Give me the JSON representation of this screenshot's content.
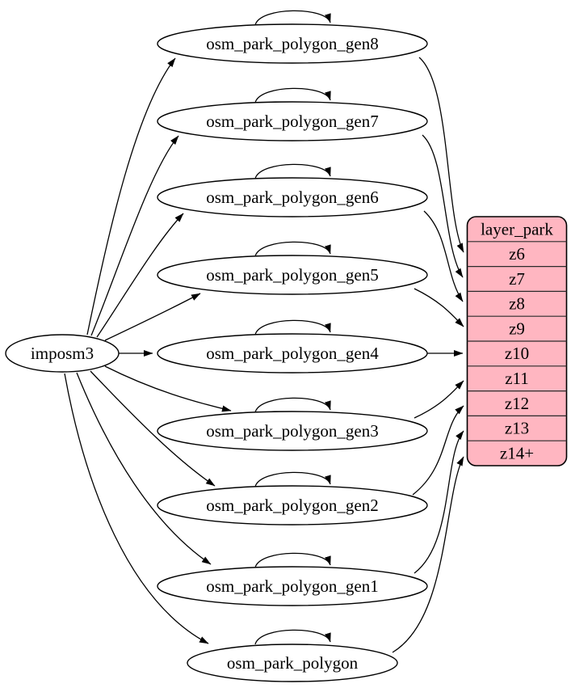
{
  "source": {
    "label": "imposm3"
  },
  "tables": [
    {
      "label": "osm_park_polygon_gen8",
      "self_loop": true,
      "feeds_zoom": "z6"
    },
    {
      "label": "osm_park_polygon_gen7",
      "self_loop": true,
      "feeds_zoom": "z7"
    },
    {
      "label": "osm_park_polygon_gen6",
      "self_loop": true,
      "feeds_zoom": "z8"
    },
    {
      "label": "osm_park_polygon_gen5",
      "self_loop": true,
      "feeds_zoom": "z9"
    },
    {
      "label": "osm_park_polygon_gen4",
      "self_loop": true,
      "feeds_zoom": "z10"
    },
    {
      "label": "osm_park_polygon_gen3",
      "self_loop": true,
      "feeds_zoom": "z11"
    },
    {
      "label": "osm_park_polygon_gen2",
      "self_loop": true,
      "feeds_zoom": "z12"
    },
    {
      "label": "osm_park_polygon_gen1",
      "self_loop": true,
      "feeds_zoom": "z13"
    },
    {
      "label": "osm_park_polygon",
      "self_loop": true,
      "feeds_zoom": "z14+"
    }
  ],
  "layer": {
    "title": "layer_park",
    "rows": [
      "z6",
      "z7",
      "z8",
      "z9",
      "z10",
      "z11",
      "z12",
      "z13",
      "z14+"
    ]
  },
  "edges": [
    {
      "from": "imposm3",
      "to": "osm_park_polygon_gen8"
    },
    {
      "from": "imposm3",
      "to": "osm_park_polygon_gen7"
    },
    {
      "from": "imposm3",
      "to": "osm_park_polygon_gen6"
    },
    {
      "from": "imposm3",
      "to": "osm_park_polygon_gen5"
    },
    {
      "from": "imposm3",
      "to": "osm_park_polygon_gen4"
    },
    {
      "from": "imposm3",
      "to": "osm_park_polygon_gen3"
    },
    {
      "from": "imposm3",
      "to": "osm_park_polygon_gen2"
    },
    {
      "from": "imposm3",
      "to": "osm_park_polygon_gen1"
    },
    {
      "from": "imposm3",
      "to": "osm_park_polygon"
    },
    {
      "from": "osm_park_polygon_gen8",
      "to": "osm_park_polygon_gen8"
    },
    {
      "from": "osm_park_polygon_gen7",
      "to": "osm_park_polygon_gen7"
    },
    {
      "from": "osm_park_polygon_gen6",
      "to": "osm_park_polygon_gen6"
    },
    {
      "from": "osm_park_polygon_gen5",
      "to": "osm_park_polygon_gen5"
    },
    {
      "from": "osm_park_polygon_gen4",
      "to": "osm_park_polygon_gen4"
    },
    {
      "from": "osm_park_polygon_gen3",
      "to": "osm_park_polygon_gen3"
    },
    {
      "from": "osm_park_polygon_gen2",
      "to": "osm_park_polygon_gen2"
    },
    {
      "from": "osm_park_polygon_gen1",
      "to": "osm_park_polygon_gen1"
    },
    {
      "from": "osm_park_polygon",
      "to": "osm_park_polygon"
    },
    {
      "from": "osm_park_polygon_gen8",
      "to": "layer_park:z6"
    },
    {
      "from": "osm_park_polygon_gen7",
      "to": "layer_park:z7"
    },
    {
      "from": "osm_park_polygon_gen6",
      "to": "layer_park:z8"
    },
    {
      "from": "osm_park_polygon_gen5",
      "to": "layer_park:z9"
    },
    {
      "from": "osm_park_polygon_gen4",
      "to": "layer_park:z10"
    },
    {
      "from": "osm_park_polygon_gen3",
      "to": "layer_park:z11"
    },
    {
      "from": "osm_park_polygon_gen2",
      "to": "layer_park:z12"
    },
    {
      "from": "osm_park_polygon_gen1",
      "to": "layer_park:z13"
    },
    {
      "from": "osm_park_polygon",
      "to": "layer_park:z14+"
    }
  ],
  "colors": {
    "layer_fill": "#ffb6c1",
    "node_fill": "#ffffff",
    "stroke": "#000000",
    "background": "#ffffff"
  }
}
